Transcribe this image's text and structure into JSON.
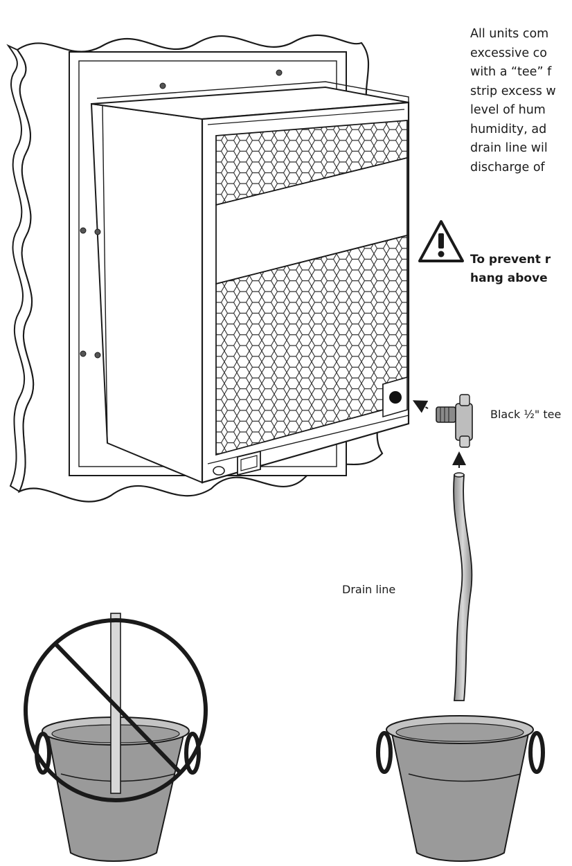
{
  "intro_lines": [
    "All units com",
    "excessive co",
    "with a “tee” f",
    "strip excess w",
    "level of hum",
    "humidity, ad",
    "drain line wil",
    "discharge of"
  ],
  "warning_lines": [
    "To prevent r",
    "hang above"
  ],
  "labels": {
    "tee": "Black ½\" tee",
    "drain_line": "Drain line"
  },
  "icons": {
    "warning": "warning-triangle-icon",
    "prohibited": "prohibited-icon"
  },
  "colors": {
    "line": "#1a1a1a",
    "bucket_water": "#9a9a9a",
    "bucket_light": "#c4c4c4",
    "wall": "#ffffff"
  }
}
